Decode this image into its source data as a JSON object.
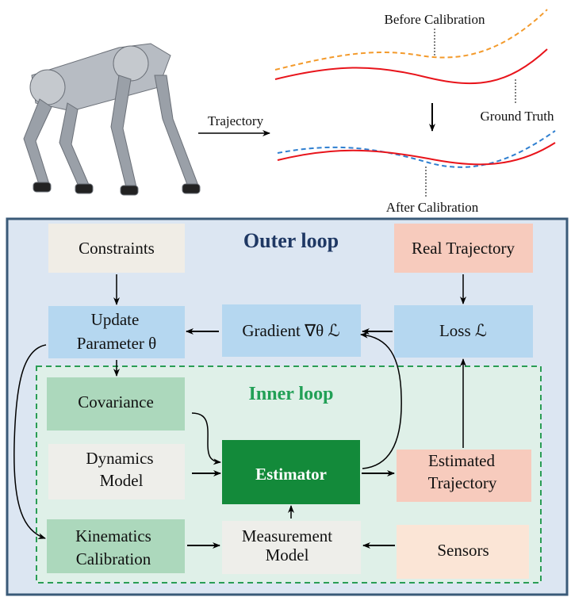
{
  "top": {
    "trajectory_label": "Trajectory",
    "before_label": "Before Calibration",
    "ground_truth_label": "Ground Truth",
    "after_label": "After Calibration"
  },
  "outer": {
    "title": "Outer loop",
    "constraints": "Constraints",
    "real_trajectory": "Real Trajectory",
    "update_line1": "Update",
    "update_line2": "Parameter θ",
    "gradient": "Gradient ∇θ ℒ",
    "loss": "Loss  ℒ"
  },
  "inner": {
    "title": "Inner loop",
    "covariance": "Covariance",
    "dynamics_line1": "Dynamics",
    "dynamics_line2": "Model",
    "estimator": "Estimator",
    "estimated_line1": "Estimated",
    "estimated_line2": "Trajectory",
    "kinematics_line1": "Kinematics",
    "kinematics_line2": "Calibration",
    "measurement_line1": "Measurement",
    "measurement_line2": "Model",
    "sensors": "Sensors"
  },
  "colors": {
    "outer_bg": "#dce6f2",
    "outer_border": "#3a5a78",
    "inner_bg": "#dff0e8",
    "inner_border": "#2a9d55",
    "estimator": "#138a3a",
    "blue_box": "#b5d7f0",
    "pink_box": "#f7cbbd",
    "green_box": "#acd8bc"
  }
}
